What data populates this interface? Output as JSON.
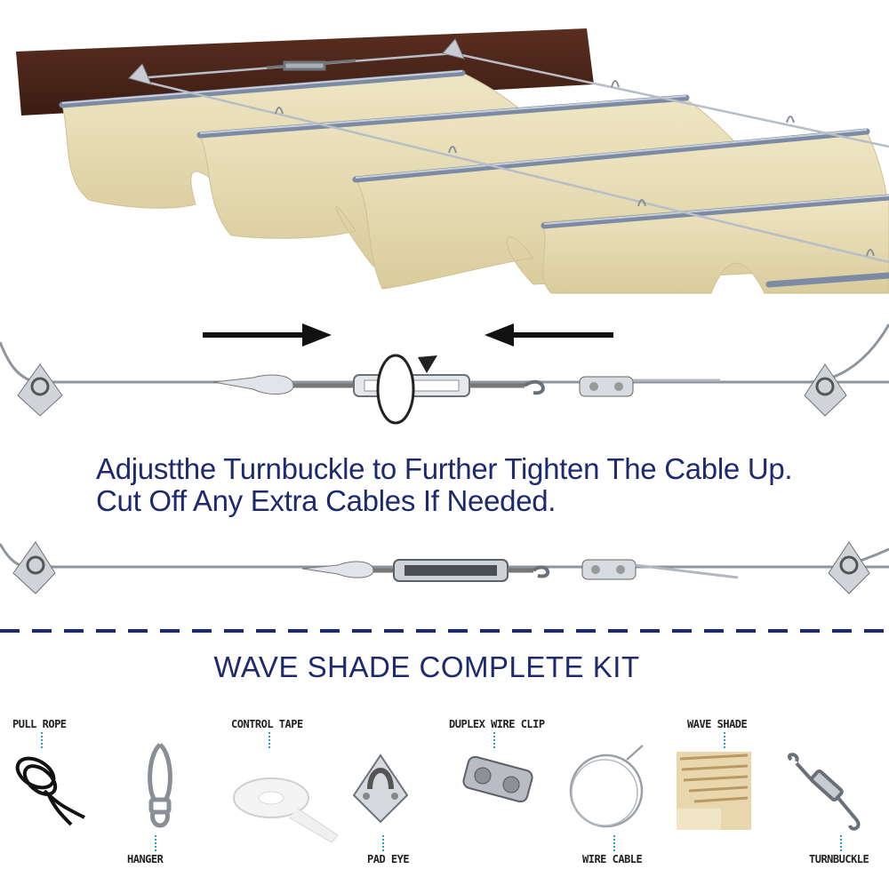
{
  "instruction": {
    "line1": "Adjustthe Turnbuckle to Further Tighten The Cable Up.",
    "line2": "Cut Off Any Extra Cables If Needed."
  },
  "kit": {
    "title": "WAVE  SHADE COMPLETE KIT",
    "items": [
      {
        "label": "PULL ROPE",
        "icon": "pull-rope-icon"
      },
      {
        "label": "HANGER",
        "icon": "hanger-icon"
      },
      {
        "label": "CONTROL TAPE",
        "icon": "control-tape-icon"
      },
      {
        "label": "PAD EYE",
        "icon": "pad-eye-icon"
      },
      {
        "label": "DUPLEX WIRE CLIP",
        "icon": "duplex-wire-clip-icon"
      },
      {
        "label": "WIRE CABLE",
        "icon": "wire-cable-icon"
      },
      {
        "label": "WAVE SHADE",
        "icon": "wave-shade-icon"
      },
      {
        "label": "TURNBUCKLE",
        "icon": "turnbuckle-icon"
      }
    ]
  },
  "colors": {
    "text_navy": "#1d2a6e",
    "wood": "#4a2418",
    "fabric": "#e9dfb9",
    "rail": "#8d9ab0",
    "dots": "#2a9fbf"
  }
}
